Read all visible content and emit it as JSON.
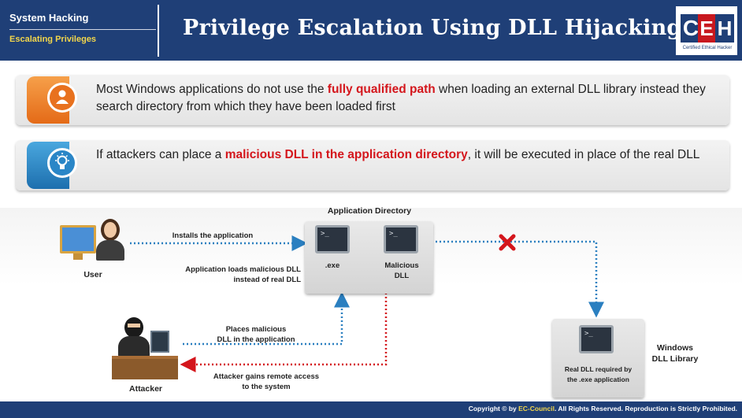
{
  "header": {
    "module": "System Hacking",
    "submodule": "Escalating Privileges",
    "title": "Privilege Escalation Using DLL Hijacking",
    "logo": {
      "c": "C",
      "e": "E",
      "h": "H",
      "sub": "Certified  Ethical  Hacker"
    }
  },
  "bullets": [
    {
      "icon": "user-icon",
      "pre": "Most Windows applications do not use the ",
      "highlight": "fully qualified path",
      "post": " when loading an external DLL library instead they search directory from which they have been loaded first"
    },
    {
      "icon": "lightbulb-icon",
      "pre": "If attackers can place a ",
      "highlight": "malicious DLL in the application directory",
      "post": ", it will be executed in place of the real DLL"
    }
  ],
  "diagram": {
    "app_directory_label": "Application Directory",
    "user_label": "User",
    "attacker_label": "Attacker",
    "installs_label": "Installs the application",
    "loads_label_1": "Application loads malicious DLL",
    "loads_label_2": "instead of real DLL",
    "exe_label": ".exe",
    "malicious_label_1": "Malicious",
    "malicious_label_2": "DLL",
    "places_label_1": "Places malicious",
    "places_label_2": "DLL in the application",
    "remote_label_1": "Attacker gains remote access",
    "remote_label_2": "to the system",
    "real_dll_label_1": "Real DLL required by",
    "real_dll_label_2": "the .exe application",
    "windows_label_1": "Windows",
    "windows_label_2": "DLL Library",
    "terminal_prompt": ">_"
  },
  "footer": {
    "pre": "Copyright © by ",
    "brand": "EC-Council",
    "post": ". All Rights Reserved. Reproduction is Strictly Prohibited."
  },
  "colors": {
    "header_bg": "#1f3f77",
    "accent_red": "#d4161c",
    "submodule_yellow": "#f2d64b",
    "arrow_blue": "#2a7fc0",
    "arrow_red": "#d4161c"
  }
}
